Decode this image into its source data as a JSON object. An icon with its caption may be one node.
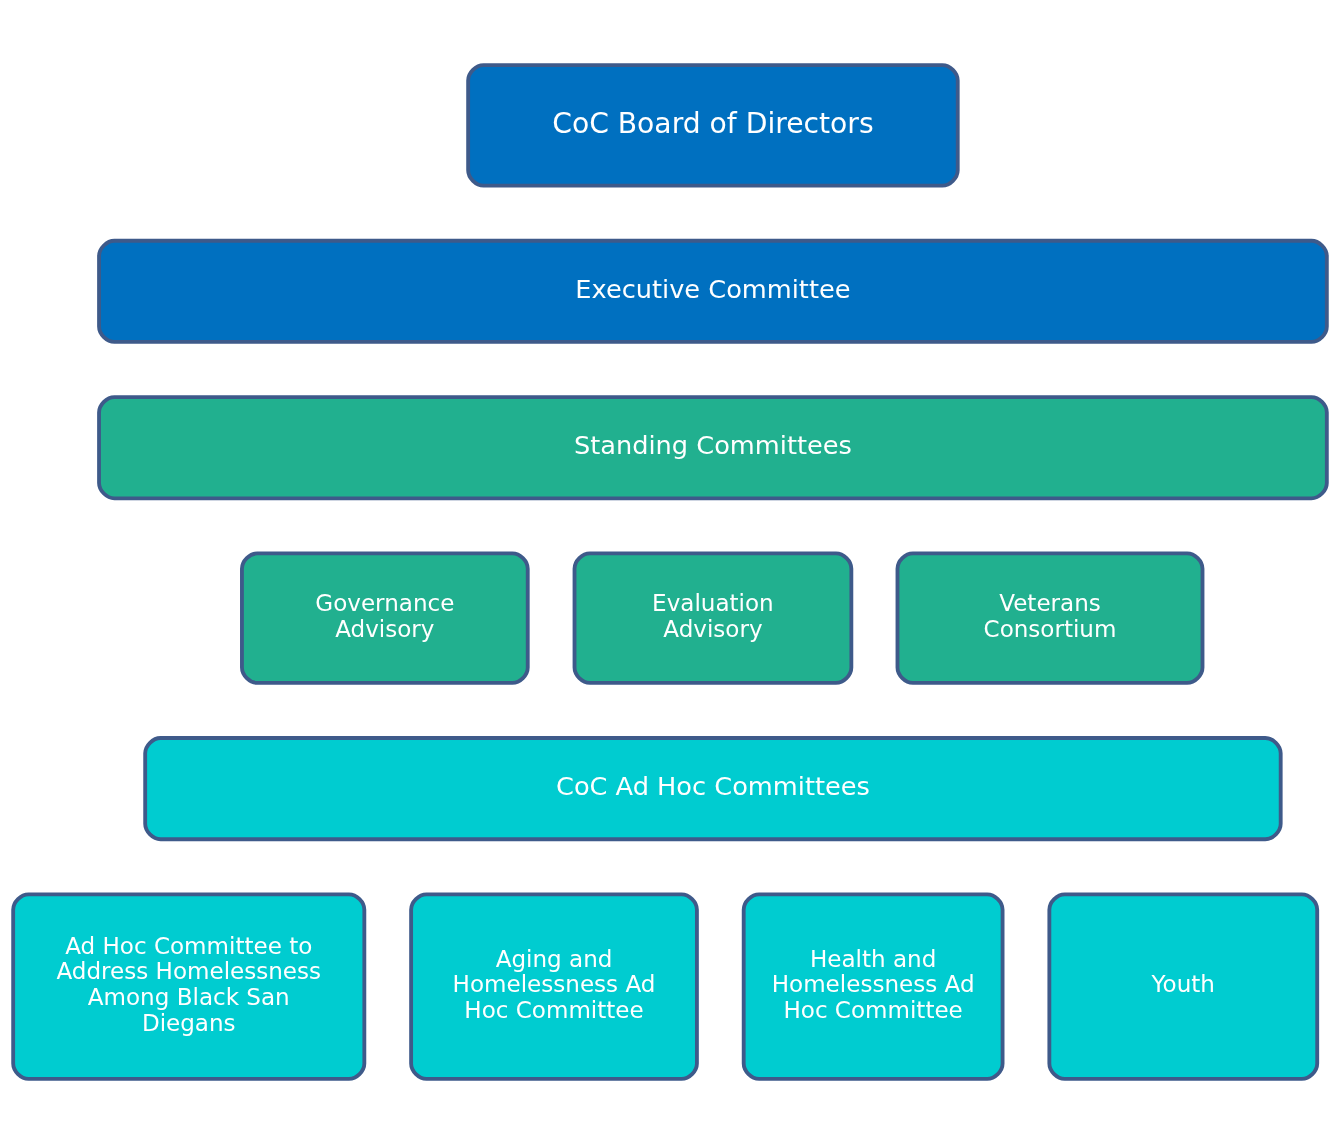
{
  "diagram": {
    "nodes": [
      {
        "text": [
          "CoC Board of Directors"
        ]
      },
      {
        "text": [
          "Executive Committee"
        ]
      },
      {
        "text": [
          "Standing Committees"
        ]
      },
      {
        "text": [
          "Governance Advisory"
        ]
      },
      {
        "text": [
          "Evaluation Advisory"
        ]
      },
      {
        "text": [
          "Veterans Consortium"
        ]
      },
      {
        "text": [
          "CoC Ad Hoc Committees"
        ]
      },
      {
        "text": [
          "Ad Hoc Committee to Address Homelessness Among Black San Diegans"
        ]
      },
      {
        "text": [
          "Aging and Homelessness Ad Hoc Committee"
        ]
      },
      {
        "text": [
          "Health and Homelessness Ad Hoc Committee"
        ]
      },
      {
        "text": [
          "Youth"
        ]
      }
    ]
  }
}
